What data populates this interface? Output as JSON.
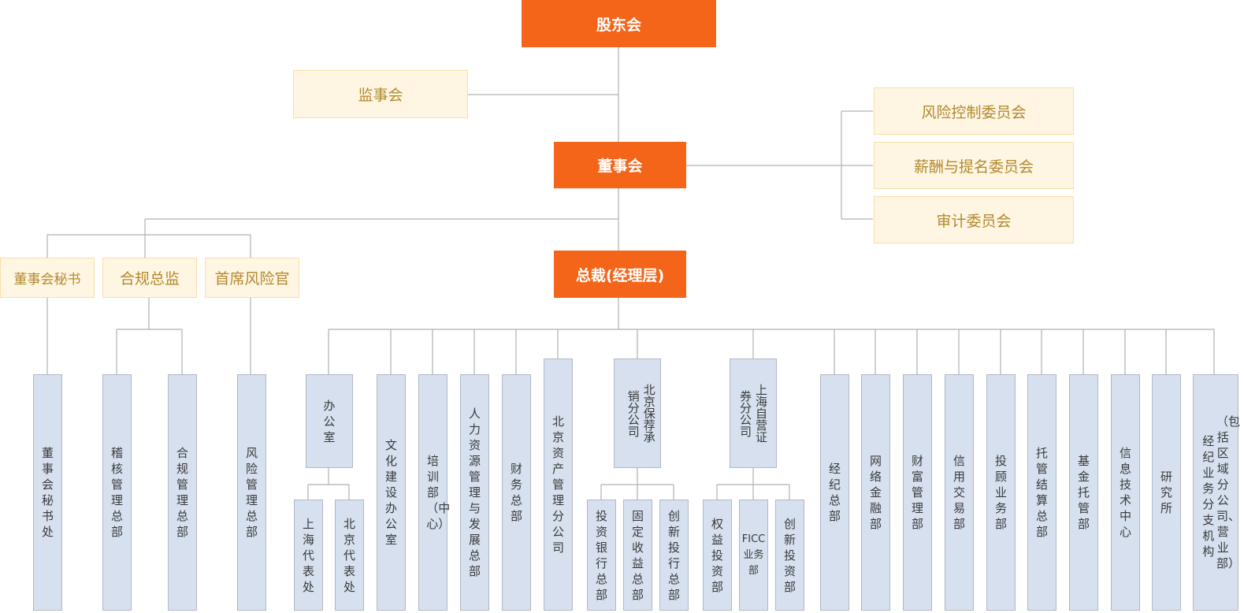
{
  "colors": {
    "top_box": "#f46519",
    "committee_box": "#fef5e3",
    "committee_text": "#b28a2e",
    "dept_box": "#d6e0ef",
    "line": "#b0b0b0"
  },
  "shareholders": "股东会",
  "supervisory": "监事会",
  "board": "董事会",
  "board_committees": [
    "风险控制委员会",
    "薪酬与提名委员会",
    "审计委员会"
  ],
  "officers": [
    "董事会秘书",
    "合规总监",
    "首席风险官"
  ],
  "president": "总裁(经理层)",
  "officer_units": {
    "secretary_office": "董事会秘书处",
    "audit_hq": "稽核管理总部",
    "compliance_hq": "合规管理总部",
    "risk_hq": "风险管理总部"
  },
  "departments": {
    "office": "办公室",
    "office_subs": [
      "上海代表处",
      "北京代表处"
    ],
    "culture": "文化建设办公室",
    "training": "培训部（中心）",
    "hr": "人力资源管理与发展总部",
    "finance": "财务总部",
    "beijing_am": "北京资产管理分公司",
    "sponsor": "北京保荐承销分公司",
    "sponsor_subs": [
      "投资银行总部",
      "固定收益总部",
      "创新投行总部"
    ],
    "shanghai_prop": "上海自营证券分公司",
    "prop_subs": [
      "权益投资部",
      "FICC业务部",
      "创新投资部"
    ],
    "brokerage": "经纪总部",
    "net_finance": "网络金融部",
    "wealth": "财富管理部",
    "credit": "信用交易部",
    "advisory": "投顾业务部",
    "custody": "托管结算总部",
    "fund_custody": "基金托管部",
    "it_center": "信息技术中心",
    "research": "研究所",
    "branches_line1": "（包括区域分公司、营业部）",
    "branches_line2": "经纪业务分支机构"
  }
}
